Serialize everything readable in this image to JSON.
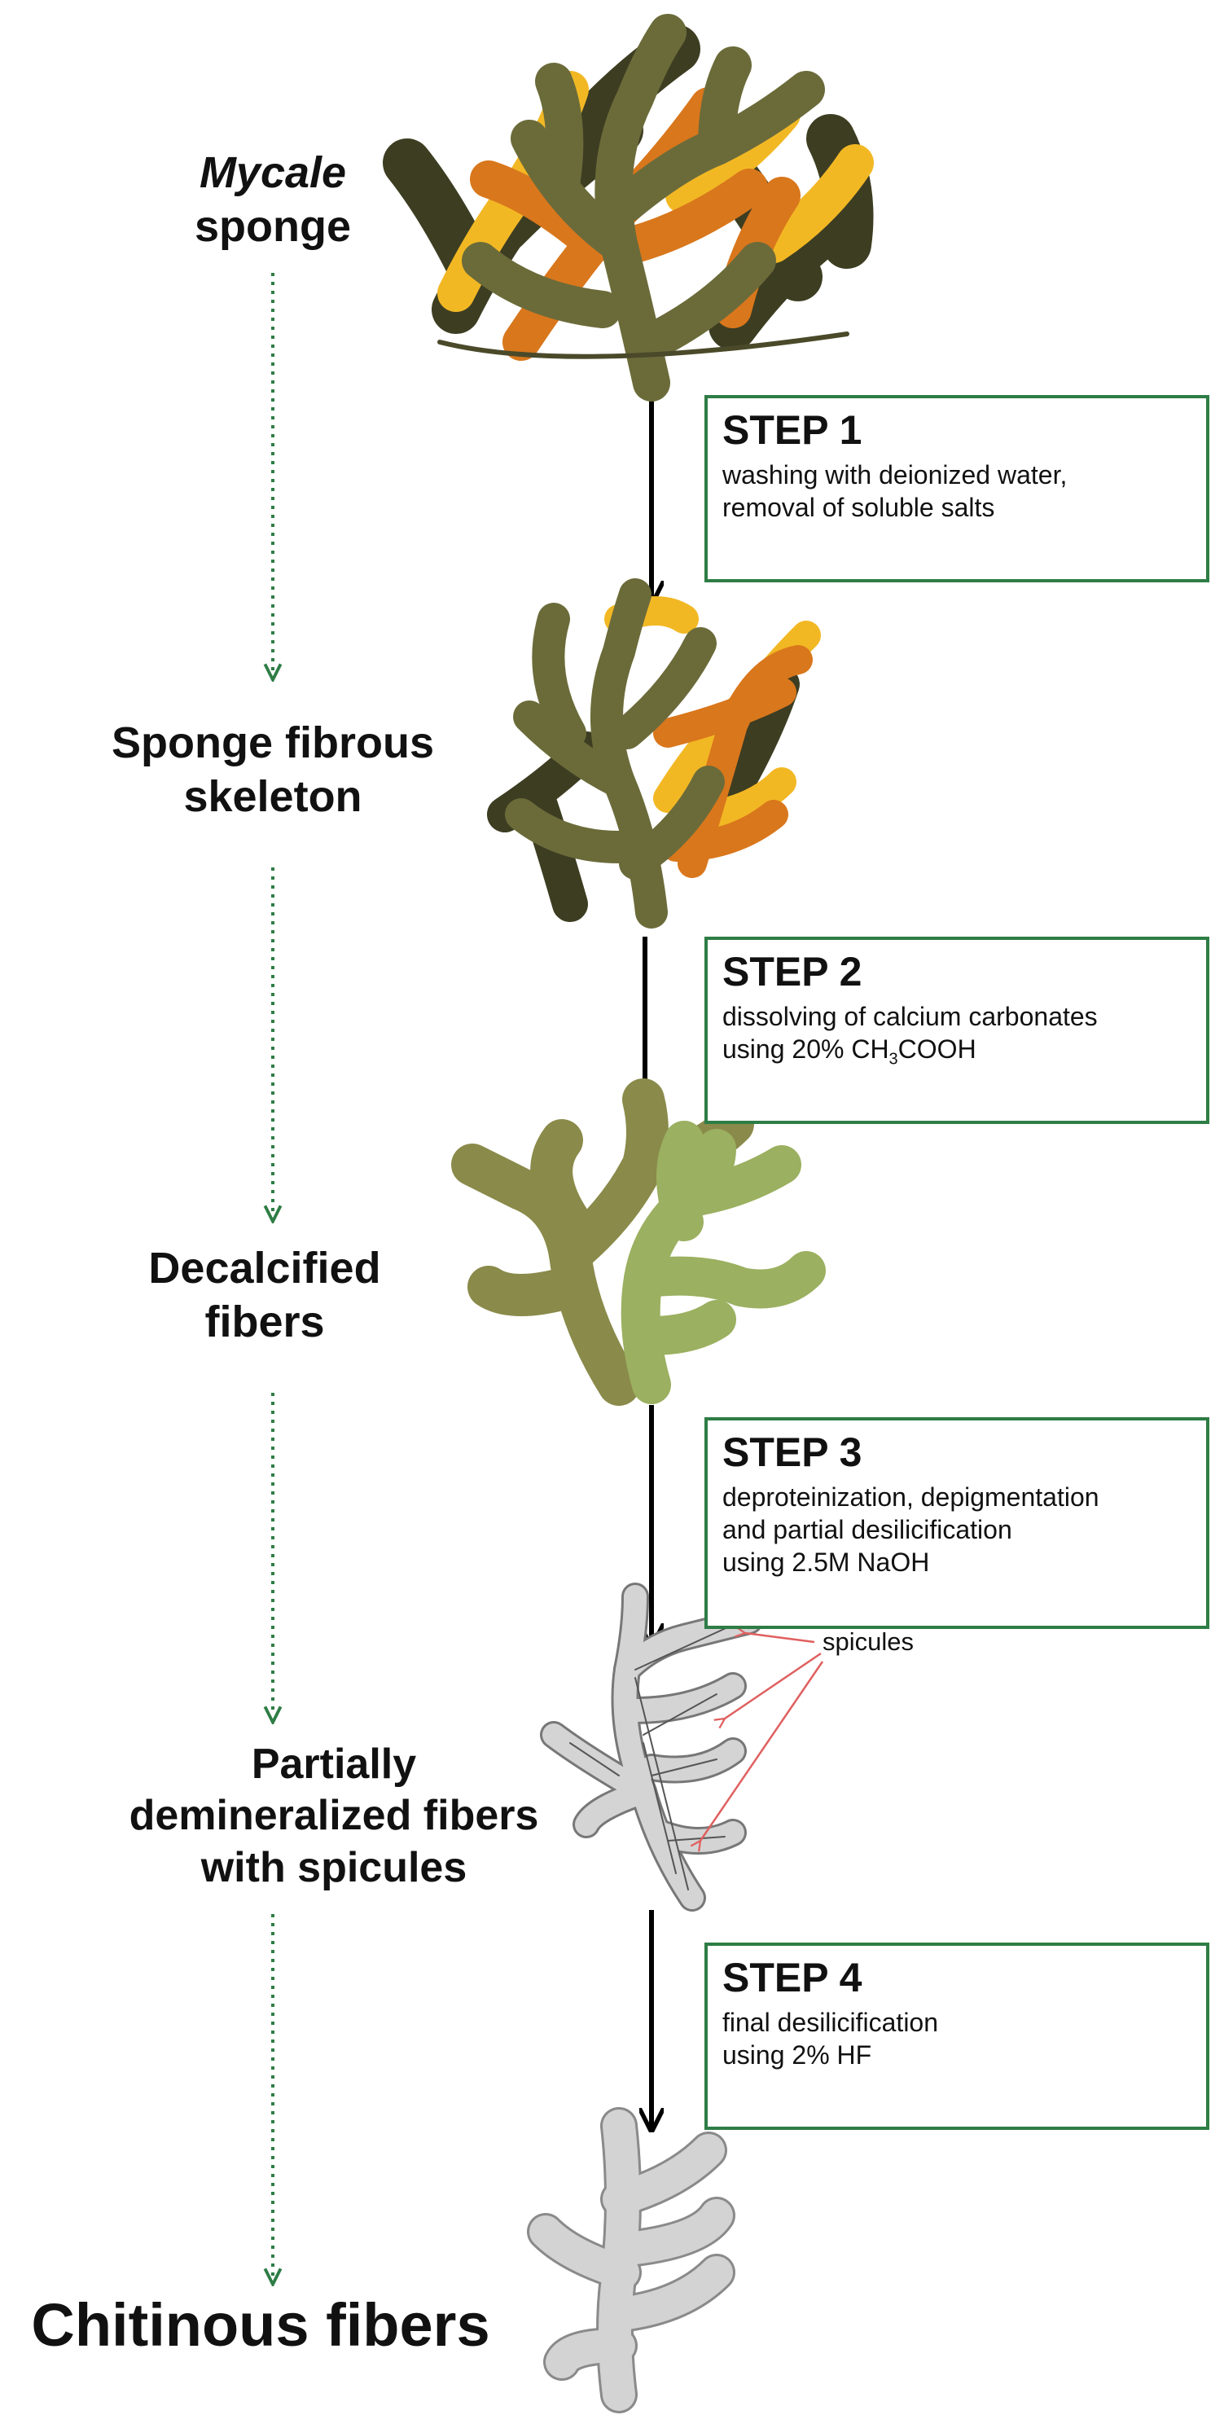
{
  "stages": [
    {
      "id": "mycale",
      "lines": [
        "Mycale",
        "sponge"
      ]
    },
    {
      "id": "skeleton",
      "lines": [
        "Sponge fibrous",
        "skeleton"
      ]
    },
    {
      "id": "decalcified",
      "lines": [
        "Decalcified",
        "fibers"
      ]
    },
    {
      "id": "partial",
      "lines": [
        "Partially",
        "demineralized fibers",
        "with spicules"
      ]
    },
    {
      "id": "chitinous",
      "lines": [
        "Chitinous fibers"
      ]
    }
  ],
  "steps": [
    {
      "title": "STEP 1",
      "lines": [
        "washing with deionized water,",
        "removal of soluble salts"
      ]
    },
    {
      "title": "STEP 2",
      "line1": "dissolving of calcium carbonates",
      "line2_prefix": "using 20% CH",
      "line2_sub": "3",
      "line2_suffix": "COOH"
    },
    {
      "title": "STEP 3",
      "lines": [
        "deproteinization, depigmentation",
        "and partial desilicification",
        "using 2.5M NaOH"
      ]
    },
    {
      "title": "STEP 4",
      "lines": [
        "final desilicification",
        "using 2% HF"
      ]
    }
  ],
  "callout": {
    "label": "spicules"
  },
  "colors": {
    "box_border": "#2e7d45",
    "dotted_arrow": "#2e7d45",
    "main_arrow": "#000000",
    "sponge_dark": "#4a4a2a",
    "sponge_olive": "#6b6b3a",
    "sponge_orange": "#d9771c",
    "sponge_yellow": "#f2b824",
    "decalcified_olive": "#8a8a4a",
    "decalcified_green": "#9bb060",
    "fiber_gray": "#c9c9c9",
    "callout_arrow": "#e06060"
  }
}
